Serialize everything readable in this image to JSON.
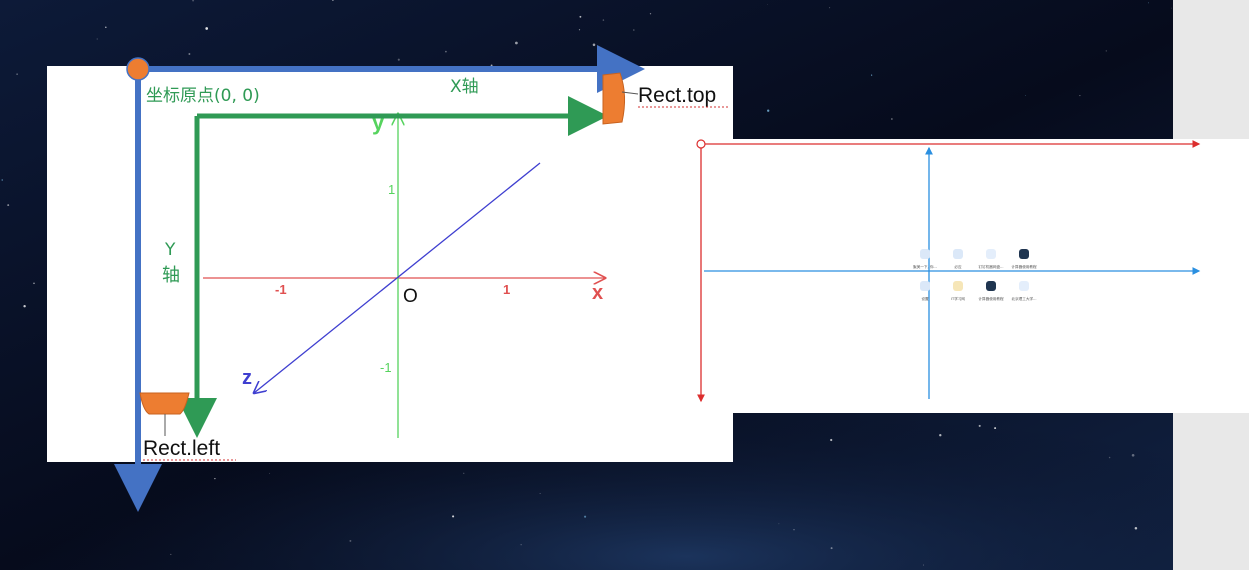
{
  "colors": {
    "space_dark": "#060b1c",
    "space_mid": "#0c1a36",
    "blue_axis": "#4472c4",
    "green_axis": "#2f9a55",
    "orange": "#ed7d31",
    "red_axis": "#e05050",
    "light_green_axis": "#56d35e",
    "z_axis": "#3f3fd0",
    "right_red": "#dc2e2e",
    "right_blue": "#2a8fe0"
  },
  "diagram": {
    "screen_x_axis_label": "X轴",
    "origin_label": "坐标原点(0, 0)",
    "screen_y_axis_label_1": "Y",
    "screen_y_axis_label_2": "轴",
    "rect_top_label": "Rect.top",
    "rect_left_label": "Rect.left",
    "inner_y_label": "y",
    "inner_x_label": "x",
    "inner_z_label": "z",
    "inner_origin": "O",
    "tick_y_pos": "1",
    "tick_y_neg": "-1",
    "tick_x_pos": "1",
    "tick_x_neg": "-1"
  },
  "right_panel": {
    "icon_items": [
      {
        "icon": "gear-icon",
        "label": "聚美一下, 你..."
      },
      {
        "icon": "bing-icon",
        "label": "必应"
      },
      {
        "icon": "calendar-icon",
        "label": "钉钉机器网盘..."
      },
      {
        "icon": "window-icon",
        "label": "计算器使用教程"
      },
      {
        "icon": "settings-icon",
        "label": "设置"
      },
      {
        "icon": "folder-icon",
        "label": "IT学习网"
      },
      {
        "icon": "window-icon",
        "label": "计算器使用教程"
      },
      {
        "icon": "lock-icon",
        "label": "北京理工大学..."
      }
    ]
  }
}
